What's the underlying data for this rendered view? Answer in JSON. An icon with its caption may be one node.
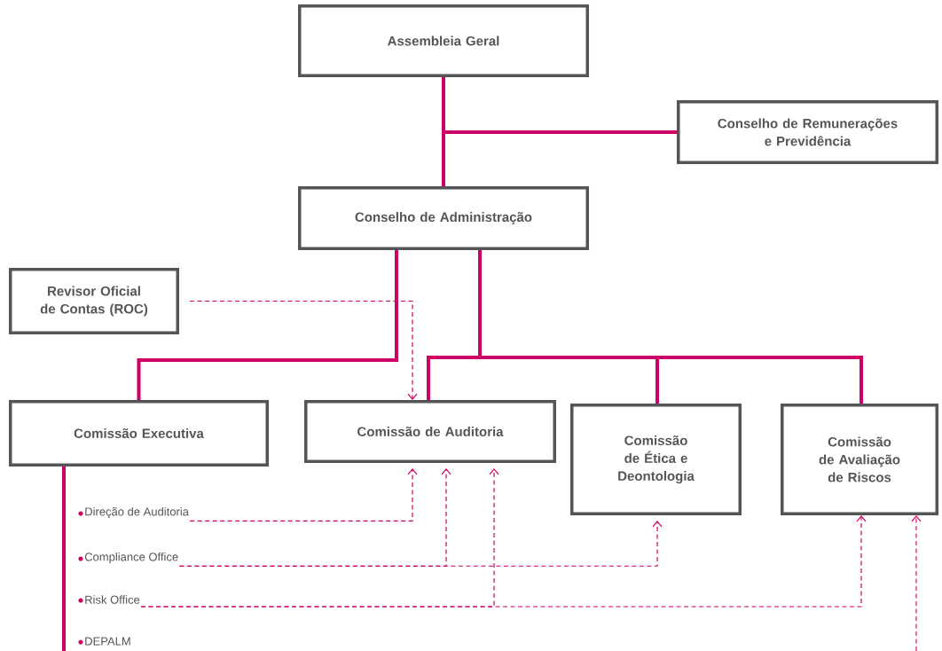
{
  "diagram": {
    "nodes": [
      {
        "text": [
          "Assembleia Geral"
        ]
      },
      {
        "text": [
          "Conselho de Remunerações e Previdência"
        ]
      },
      {
        "text": [
          "Conselho de Administração"
        ]
      },
      {
        "text": [
          "Revisor Oficial de Contas (ROC)"
        ]
      },
      {
        "text": [
          "Comissão Executiva"
        ]
      },
      {
        "text": [
          "Comissão de Auditoria"
        ]
      },
      {
        "text": [
          "Comissão de Ética e Deontologia"
        ]
      },
      {
        "text": [
          "Comissão de Avaliação de Riscos"
        ]
      },
      {
        "text": [
          "Direção de Auditoria"
        ]
      },
      {
        "text": [
          "Compliance Office"
        ]
      },
      {
        "text": [
          "Risk Office"
        ]
      },
      {
        "text": [
          "DEPALM"
        ]
      }
    ],
    "edges": [
      {
        "from": 0,
        "to": 2,
        "arrow": "none",
        "style": "thick"
      },
      {
        "from": 0,
        "to": 1,
        "arrow": "none",
        "style": "thick"
      },
      {
        "from": 2,
        "to": 4,
        "arrow": "none",
        "style": "thick"
      },
      {
        "from": 2,
        "to": 5,
        "arrow": "none",
        "style": "thick"
      },
      {
        "from": 2,
        "to": 6,
        "arrow": "none",
        "style": "thick"
      },
      {
        "from": 2,
        "to": 7,
        "arrow": "none",
        "style": "thick"
      },
      {
        "from": 3,
        "to": 5,
        "arrow": "to",
        "style": "dashed"
      },
      {
        "from": 8,
        "to": 5,
        "arrow": "to",
        "style": "dashed"
      },
      {
        "from": 9,
        "to": 5,
        "arrow": "to",
        "style": "dashed"
      },
      {
        "from": 9,
        "to": 6,
        "arrow": "to",
        "style": "dashed"
      },
      {
        "from": 10,
        "to": 5,
        "arrow": "to",
        "style": "dashed"
      },
      {
        "from": 10,
        "to": 7,
        "arrow": "to",
        "style": "dashed"
      },
      {
        "from": null,
        "to": 7,
        "arrow": "to",
        "style": "dashed"
      },
      {
        "from": 4,
        "to": 11,
        "arrow": "none",
        "style": "thick"
      }
    ]
  }
}
